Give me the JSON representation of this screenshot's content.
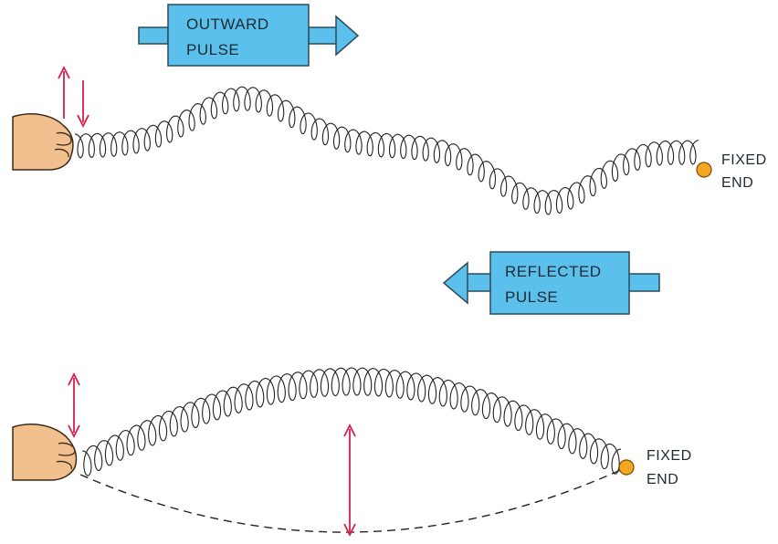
{
  "outward_box": {
    "line1": "OUTWARD",
    "line2": "PULSE"
  },
  "reflected_box": {
    "line1": "REFLECTED",
    "line2": "PULSE"
  },
  "top_fixed_end": {
    "line1": "FIXED",
    "line2": "END"
  },
  "bottom_fixed_end": {
    "line1": "FIXED",
    "line2": "END"
  },
  "colors": {
    "box_fill": "#5bc0eb",
    "box_stroke": "#2c4a5a",
    "arrow_red": "#d6204b",
    "fixed_point": "#f5a623",
    "hand": "#f2c08e",
    "spring": "#222222"
  }
}
